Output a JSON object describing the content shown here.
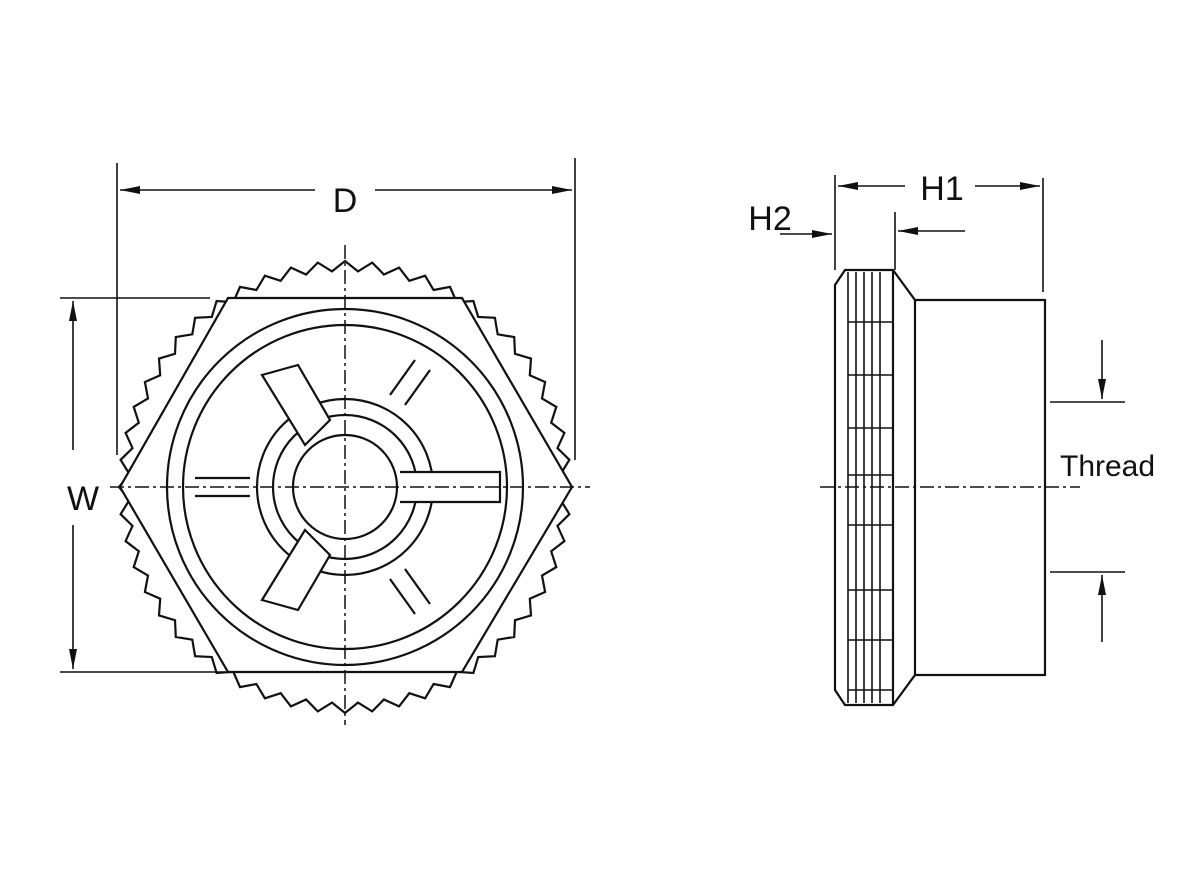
{
  "labels": {
    "diameter": "D",
    "width": "W",
    "height_total": "H1",
    "height_head": "H2",
    "thread": "Thread"
  },
  "colors": {
    "line": "#111111",
    "background": "#ffffff"
  },
  "knurl_teeth": 52
}
